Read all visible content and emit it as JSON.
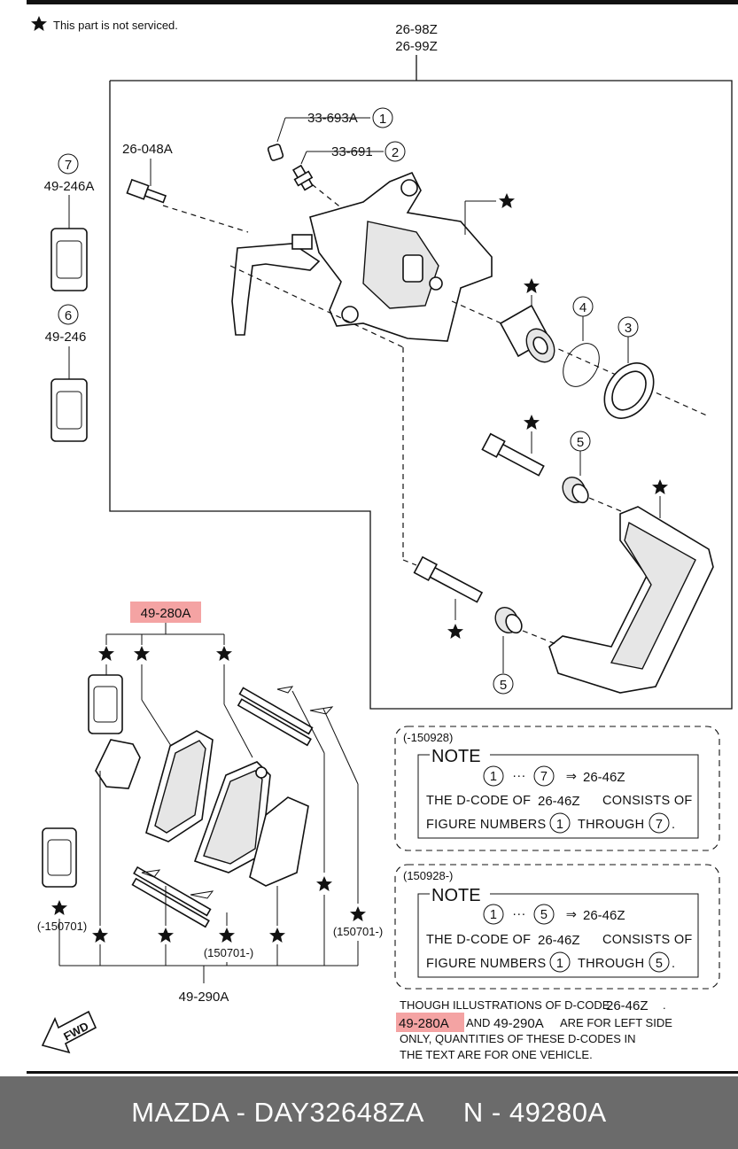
{
  "legend": {
    "star": "★",
    "text": "This part is not serviced."
  },
  "caliper_assembly": {
    "codes": [
      "26-98Z",
      "26-99Z"
    ]
  },
  "parts": {
    "bleeder_cap": {
      "code": "33-693A",
      "index": "1"
    },
    "bleeder_screw": {
      "code": "33-691",
      "index": "2"
    },
    "bolt": {
      "code": "26-048A"
    },
    "seal": {
      "index": "3"
    },
    "piston_seal": {
      "index": "4"
    },
    "boot_upper": {
      "index": "5"
    },
    "boot_lower": {
      "index": "5"
    },
    "kit_a": {
      "code": "49-246A",
      "index": "7"
    },
    "kit_b": {
      "code": "49-246",
      "index": "6"
    },
    "pad_kit": {
      "code": "49-280A"
    },
    "shim_kit": {
      "code": "49-290A"
    }
  },
  "date_ranges": {
    "before": "(-150701)",
    "after": "(150701-)",
    "mid": "(150701-)"
  },
  "note_1": {
    "period": "(-150928)",
    "title": "NOTE",
    "range_from": "1",
    "range_to": "7",
    "ellipsis": "···",
    "arrow": "⇒",
    "dcode": "26-46Z",
    "line1_prefix": "THE D-CODE OF",
    "line1_suffix": "CONSISTS OF",
    "line2_prefix": "FIGURE NUMBERS",
    "line2_mid": "THROUGH",
    "line2_end": "."
  },
  "note_2": {
    "period": "(150928-)",
    "title": "NOTE",
    "range_from": "1",
    "range_to": "5",
    "ellipsis": "···",
    "arrow": "⇒",
    "dcode": "26-46Z",
    "line1_prefix": "THE D-CODE OF",
    "line1_suffix": "CONSISTS OF",
    "line2_prefix": "FIGURE NUMBERS",
    "line2_mid": "THROUGH",
    "line2_end": "."
  },
  "disclaimer": {
    "l1a": "THOUGH ILLUSTRATIONS OF D-CODE",
    "l1b": "26-46Z",
    "l1c": ".",
    "l2a": "49-280A",
    "l2b": "AND",
    "l2c": "49-290A",
    "l2d": "ARE FOR LEFT SIDE",
    "l3": "ONLY, QUANTITIES OF THESE D-CODES IN",
    "l4": "THE TEXT ARE FOR ONE VEHICLE."
  },
  "fwd": "FWD",
  "footer": {
    "left": "MAZDA - DAY32648ZA",
    "right": "N - 49280A"
  },
  "colors": {
    "highlight": "#f4a3a3",
    "footer_bg": "#6b6b6b",
    "footer_text": "#ffffff"
  }
}
